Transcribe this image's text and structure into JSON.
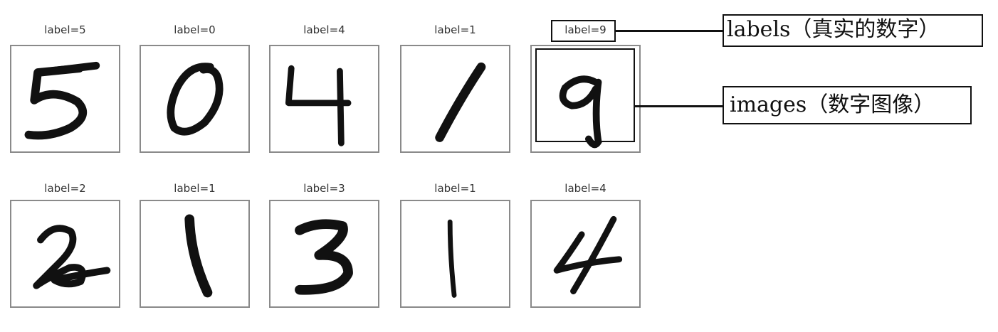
{
  "samples": [
    {
      "label": "label=5"
    },
    {
      "label": "label=0"
    },
    {
      "label": "label=4"
    },
    {
      "label": "label=1"
    },
    {
      "label": "label=9"
    },
    {
      "label": "label=2"
    },
    {
      "label": "label=1"
    },
    {
      "label": "label=3"
    },
    {
      "label": "label=1"
    },
    {
      "label": "label=4"
    }
  ],
  "annotations": {
    "labels": "labels（真实的数字）",
    "images": "images（数字图像）"
  },
  "colors": {
    "frame": "#8a8a8a",
    "ink": "#111111",
    "label_text": "#333333"
  }
}
